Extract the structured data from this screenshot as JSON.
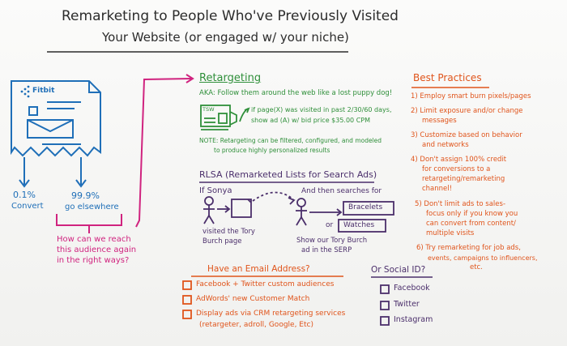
{
  "title": {
    "line1": "Remarketing to People Who've Previously Visited",
    "line2": "Your Website (or engaged w/ your niche)"
  },
  "site": {
    "brand": "Fitbit",
    "convert": "0.1%",
    "convert_label": "Convert",
    "elsewhere": "99.9%",
    "elsewhere_label": "go elsewhere",
    "question": [
      "How can we reach",
      "this audience again",
      "in the right ways?"
    ]
  },
  "retargeting": {
    "heading": "Retargeting",
    "aka": "AKA: Follow them around the web like a lost puppy dog!",
    "rule": [
      "if page(X) was visited in past 2/30/60 days,",
      "show ad (A) w/ bid price $35.00 CPM"
    ],
    "note": [
      "NOTE: Retargeting can be filtered, configured, and modeled",
      "to produce highly personalized results"
    ]
  },
  "rlsa": {
    "heading": "RLSA (Remarketed Lists for Search Ads)",
    "if_label": "If Sonya",
    "visited": [
      "visited the Tory",
      "Burch page"
    ],
    "then": "And then searches for",
    "kw1": "Bracelets",
    "or": "or",
    "kw2": "Watches",
    "show": [
      "Show our Tory Burch",
      "ad in the SERP"
    ]
  },
  "email": {
    "heading": "Have an Email Address?",
    "items": [
      "Facebook + Twitter custom audiences",
      "AdWords' new Customer Match",
      "Display ads via CRM retargeting services",
      "(retargeter, adroll, Google, Etc)"
    ]
  },
  "social": {
    "heading": "Or Social ID?",
    "items": [
      "Facebook",
      "Twitter",
      "Instagram"
    ]
  },
  "best": {
    "heading": "Best Practices",
    "items": [
      [
        "1) Employ smart burn pixels/pages"
      ],
      [
        "2) Limit exposure and/or change",
        "messages"
      ],
      [
        "3) Customize based on behavior",
        "and networks"
      ],
      [
        "4) Don't assign 100% credit",
        "for conversions to a",
        "retargeting/remarketing",
        "channel!"
      ],
      [
        "5) Don't limit ads to sales-",
        "focus only if you know you",
        "can convert from content/",
        "multiple visits"
      ],
      [
        "6) Try remarketing for job ads,",
        "events, campaigns to influencers,",
        "etc."
      ]
    ]
  },
  "colors": {
    "ink": "#2c2c2c",
    "blue": "#1f6fb8",
    "green": "#2f8f3a",
    "purple": "#4b2f6b",
    "pink": "#d0237f",
    "orange": "#e0541b",
    "amber": "#d17a17"
  }
}
